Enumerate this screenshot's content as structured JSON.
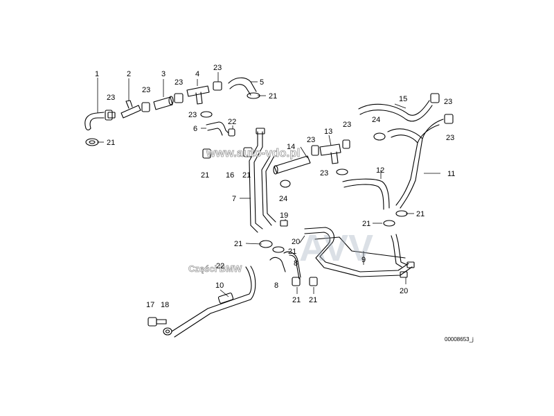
{
  "watermarks": {
    "site": "www.auto-vdo.pl",
    "brand": "AVV",
    "caption": "Części BMW"
  },
  "diagram_code": "00008653_j",
  "callouts": {
    "c1": "1",
    "c2": "2",
    "c3": "3",
    "c4": "4",
    "c5": "5",
    "c6": "6",
    "c7": "7",
    "c8a": "8",
    "c8b": "8",
    "c9": "9",
    "c10": "10",
    "c11": "11",
    "c12": "12",
    "c13": "13",
    "c14": "14",
    "c15": "15",
    "c16": "16",
    "c17": "17",
    "c18": "18",
    "c19": "19",
    "c20a": "20",
    "c20b": "20",
    "c21a": "21",
    "c21b": "21",
    "c21c": "21",
    "c21d": "21",
    "c21e": "21",
    "c21f": "21",
    "c21g": "21",
    "c21h": "21",
    "c21i": "21",
    "c21j": "21",
    "c22a": "22",
    "c22b": "22",
    "c23a": "23",
    "c23b": "23",
    "c23c": "23",
    "c23d": "23",
    "c23e": "23",
    "c23f": "23",
    "c23g": "23",
    "c23h": "23",
    "c23i": "23",
    "c23j": "23",
    "c24a": "24",
    "c24b": "24"
  }
}
